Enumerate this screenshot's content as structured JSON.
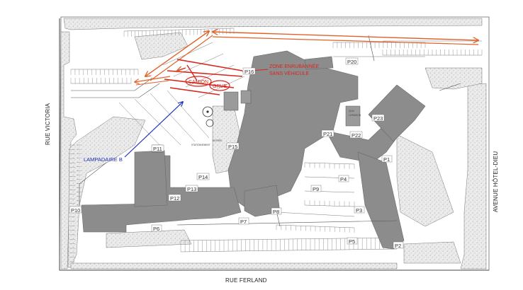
{
  "map": {
    "streets": {
      "victoria": "RUE VICTORIA",
      "ferland": "RUE FERLAND",
      "hotel_dieu": "AVENUE HÔTEL-DIEU"
    },
    "annotations": {
      "zone_line1": "ZONE ENRUBANNÉE",
      "zone_line2": "SANS VÉHICULE",
      "camion": "CAMION",
      "grue": "GRUE",
      "lampadaire": "LAMPADAIRE B"
    },
    "lots": [
      "P1",
      "P2",
      "P3",
      "P4",
      "P5",
      "P6",
      "P7",
      "P8",
      "P9",
      "P10",
      "P11",
      "P12",
      "P13",
      "P14",
      "P15",
      "P16",
      "P20",
      "P21",
      "P22",
      "P23"
    ],
    "colors": {
      "building": "#8c8c8c",
      "building_edge": "#6a6a6a",
      "green_space": "#e6e6e6",
      "route_arrow": "#e0622a",
      "zone_red": "#d8261c",
      "pointer_blue": "#1a2fb8",
      "lines": "#555555"
    }
  }
}
